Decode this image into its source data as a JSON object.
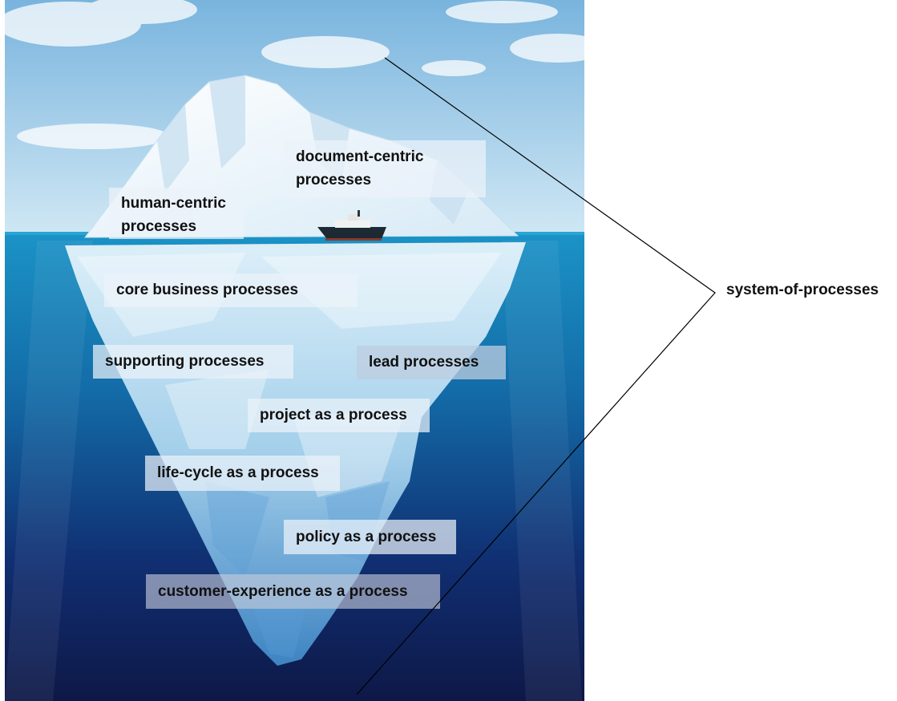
{
  "diagram": {
    "tip_labels": {
      "document_centric": "document-centric\nprocesses",
      "human_centric": "human-centric\nprocesses"
    },
    "submerged_labels": [
      "core business processes",
      "supporting processes",
      "lead processes",
      "project as a process",
      "life-cycle as a process",
      "policy as a process",
      "customer-experience as a process"
    ],
    "bracket_label": "system-of-processes"
  },
  "colors": {
    "sky_top": "#7fb9e0",
    "sky_bottom": "#c6e2f2",
    "sea_top": "#1e8fc0",
    "sea_bottom": "#0f1e4e",
    "ice": "#eef6fb"
  }
}
